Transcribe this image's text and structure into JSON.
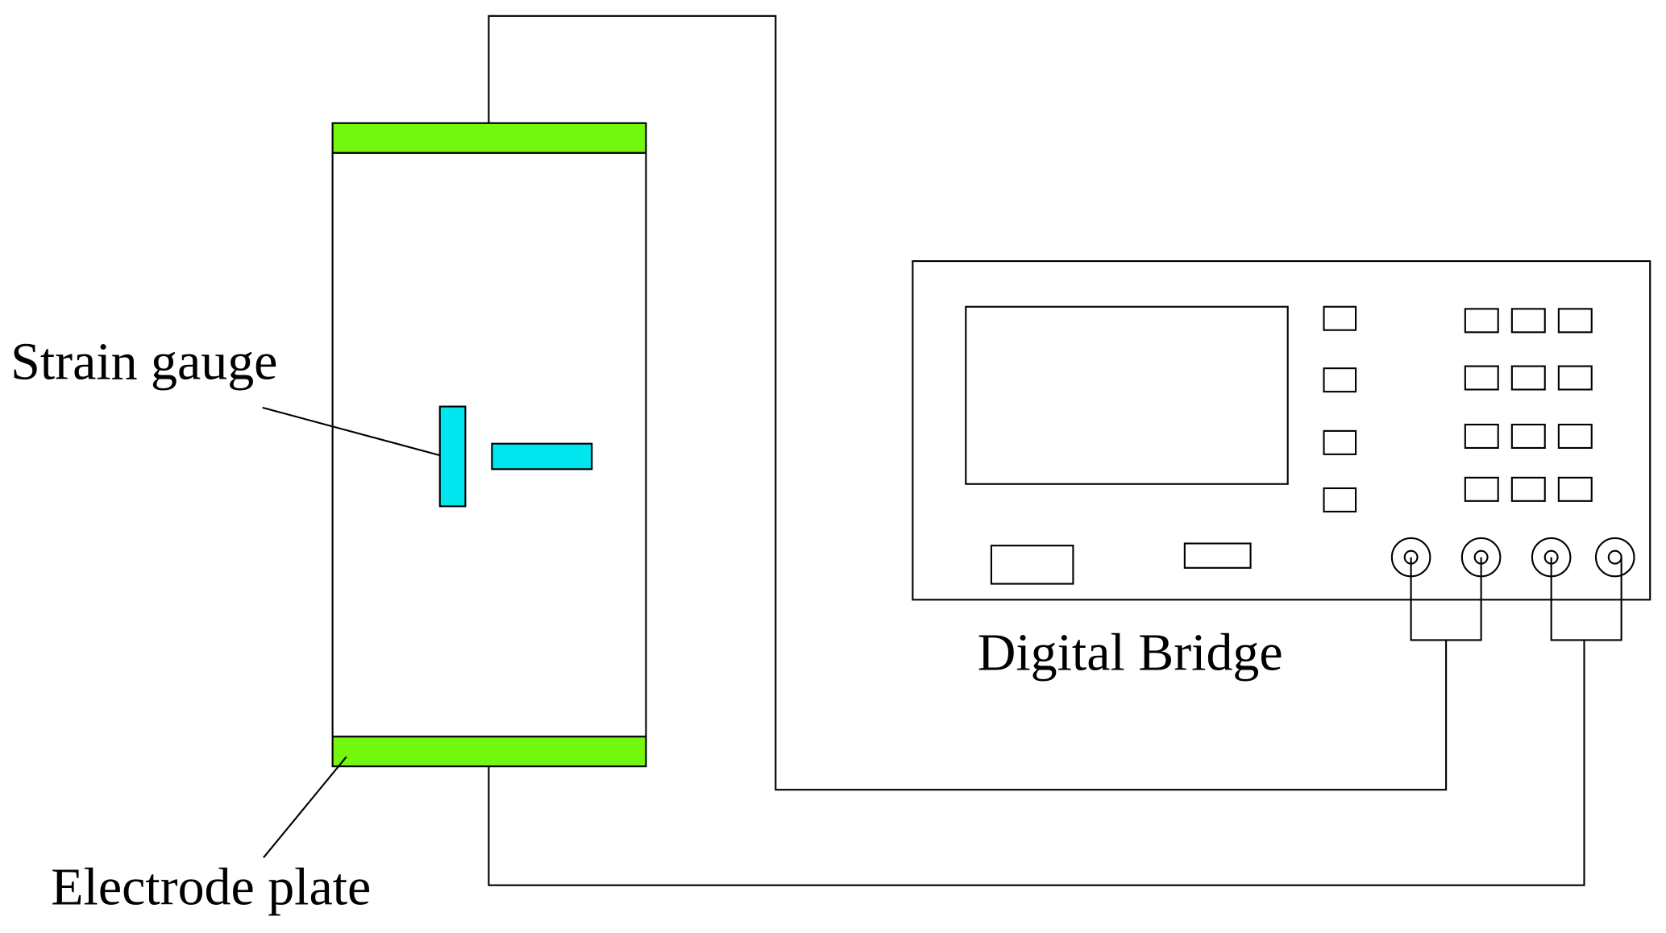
{
  "labels": {
    "strain_gauge": "Strain gauge",
    "electrode_plate": "Electrode plate",
    "digital_bridge": "Digital Bridge"
  },
  "colors": {
    "electrode": "#74f70f",
    "gauge": "#00e5ee",
    "line": "#000000"
  }
}
